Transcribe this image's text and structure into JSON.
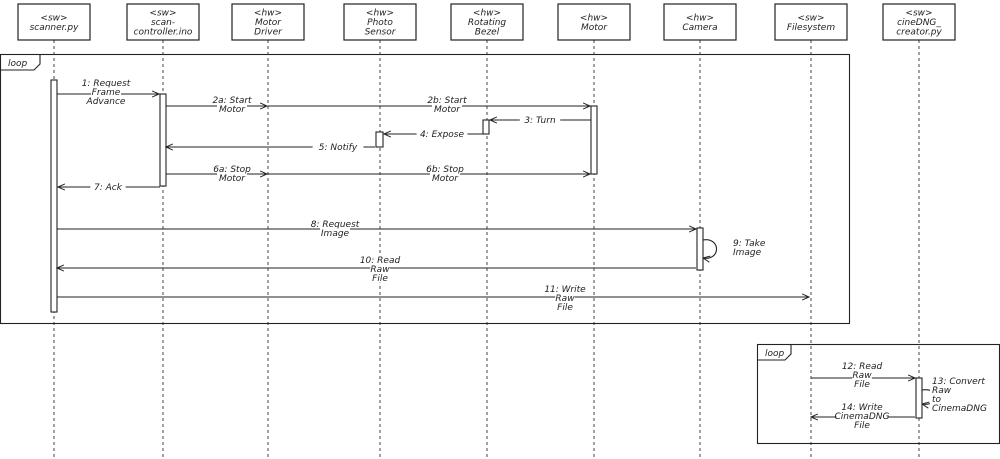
{
  "participants": [
    {
      "stereotype": "<sw>",
      "name": [
        "scanner.py"
      ]
    },
    {
      "stereotype": "<sw>",
      "name": [
        "scan-",
        "controller.ino"
      ]
    },
    {
      "stereotype": "<hw>",
      "name": [
        "Motor",
        "Driver"
      ]
    },
    {
      "stereotype": "<hw>",
      "name": [
        "Photo",
        "Sensor"
      ]
    },
    {
      "stereotype": "<hw>",
      "name": [
        "Rotating",
        "Bezel"
      ]
    },
    {
      "stereotype": "<hw>",
      "name": [
        "Motor"
      ]
    },
    {
      "stereotype": "<hw>",
      "name": [
        "Camera"
      ]
    },
    {
      "stereotype": "<sw>",
      "name": [
        "Filesystem"
      ]
    },
    {
      "stereotype": "<sw>",
      "name": [
        "cineDNG_",
        "creator.py"
      ]
    }
  ],
  "frames": [
    {
      "label": "loop"
    },
    {
      "label": "loop"
    }
  ],
  "messages": [
    {
      "text": [
        "1: Request",
        "Frame",
        "Advance"
      ]
    },
    {
      "text": [
        "2a: Start",
        "Motor"
      ]
    },
    {
      "text": [
        "2b: Start",
        "Motor"
      ]
    },
    {
      "text": [
        "3: Turn"
      ]
    },
    {
      "text": [
        "4: Expose"
      ]
    },
    {
      "text": [
        "5: Notify"
      ]
    },
    {
      "text": [
        "6a: Stop",
        "Motor"
      ]
    },
    {
      "text": [
        "6b: Stop",
        "Motor"
      ]
    },
    {
      "text": [
        "7: Ack"
      ]
    },
    {
      "text": [
        "8: Request",
        "Image"
      ]
    },
    {
      "text": [
        "9: Take",
        "Image"
      ]
    },
    {
      "text": [
        "10: Read",
        "Raw",
        "File"
      ]
    },
    {
      "text": [
        "11: Write",
        "Raw",
        "File"
      ]
    },
    {
      "text": [
        "12: Read",
        "Raw",
        "File"
      ]
    },
    {
      "text": [
        "13: Convert",
        "Raw",
        "to",
        "CinemaDNG"
      ]
    },
    {
      "text": [
        "14: Write",
        "CinemaDNG",
        "File"
      ]
    }
  ]
}
